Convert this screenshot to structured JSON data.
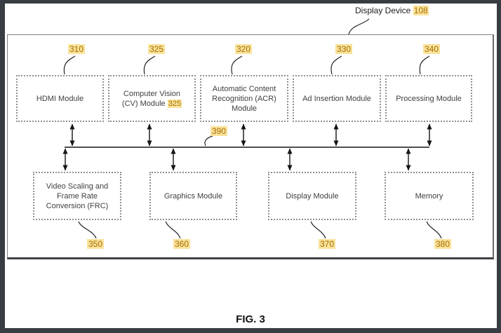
{
  "header": {
    "device_label": "Display Device",
    "device_ref": "108"
  },
  "modules_top": [
    {
      "ref": "310",
      "lines": [
        "HDMI Module"
      ]
    },
    {
      "ref": "325",
      "lines": [
        "Computer Vision",
        "(CV) Module"
      ],
      "inline_ref": "325"
    },
    {
      "ref": "320",
      "lines": [
        "Automatic Content",
        "Recognition (ACR)",
        "Module"
      ]
    },
    {
      "ref": "330",
      "lines": [
        "Ad Insertion Module"
      ]
    },
    {
      "ref": "340",
      "lines": [
        "Processing Module"
      ]
    }
  ],
  "bus": {
    "ref": "390"
  },
  "modules_bottom": [
    {
      "ref": "350",
      "lines": [
        "Video Scaling and",
        "Frame Rate",
        "Conversion (FRC)"
      ]
    },
    {
      "ref": "360",
      "lines": [
        "Graphics Module"
      ]
    },
    {
      "ref": "370",
      "lines": [
        "Display Module"
      ]
    },
    {
      "ref": "380",
      "lines": [
        "Memory"
      ]
    }
  ],
  "footer": {
    "figure_caption": "FIG. 3"
  },
  "colors": {
    "ref_text": "#a86e00",
    "ref_highlight": "#f9e29a",
    "frame": "#383d43",
    "box_border": "#8f8f8f"
  }
}
